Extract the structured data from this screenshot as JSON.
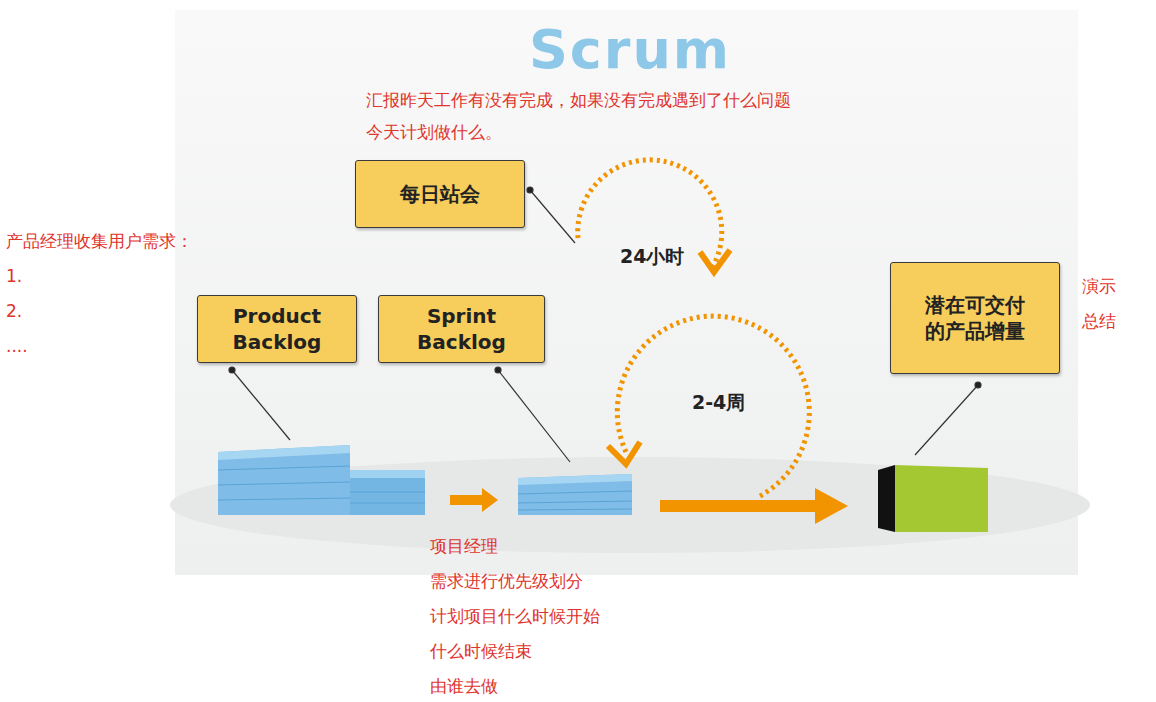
{
  "diagram": {
    "title": "Scrum",
    "nodes": [
      {
        "text": [
          "每日站会"
        ]
      },
      {
        "text": [
          "Product Backlog"
        ]
      },
      {
        "text": [
          "Sprint Backlog"
        ]
      },
      {
        "text": [
          "潜在可交付的产品增量"
        ]
      }
    ],
    "labels": [
      "汇报昨天工作有没有完成，如果没有完成遇到了什么问题",
      "今天计划做什么。",
      "产品经理收集用户需求：",
      "1.",
      "2.",
      "....",
      "24小时",
      "2-4周",
      "演示",
      "总结",
      "项目经理",
      "需求进行优先级划分",
      "计划项目什么时候开始",
      "什么时候结束",
      "由谁去做"
    ]
  }
}
